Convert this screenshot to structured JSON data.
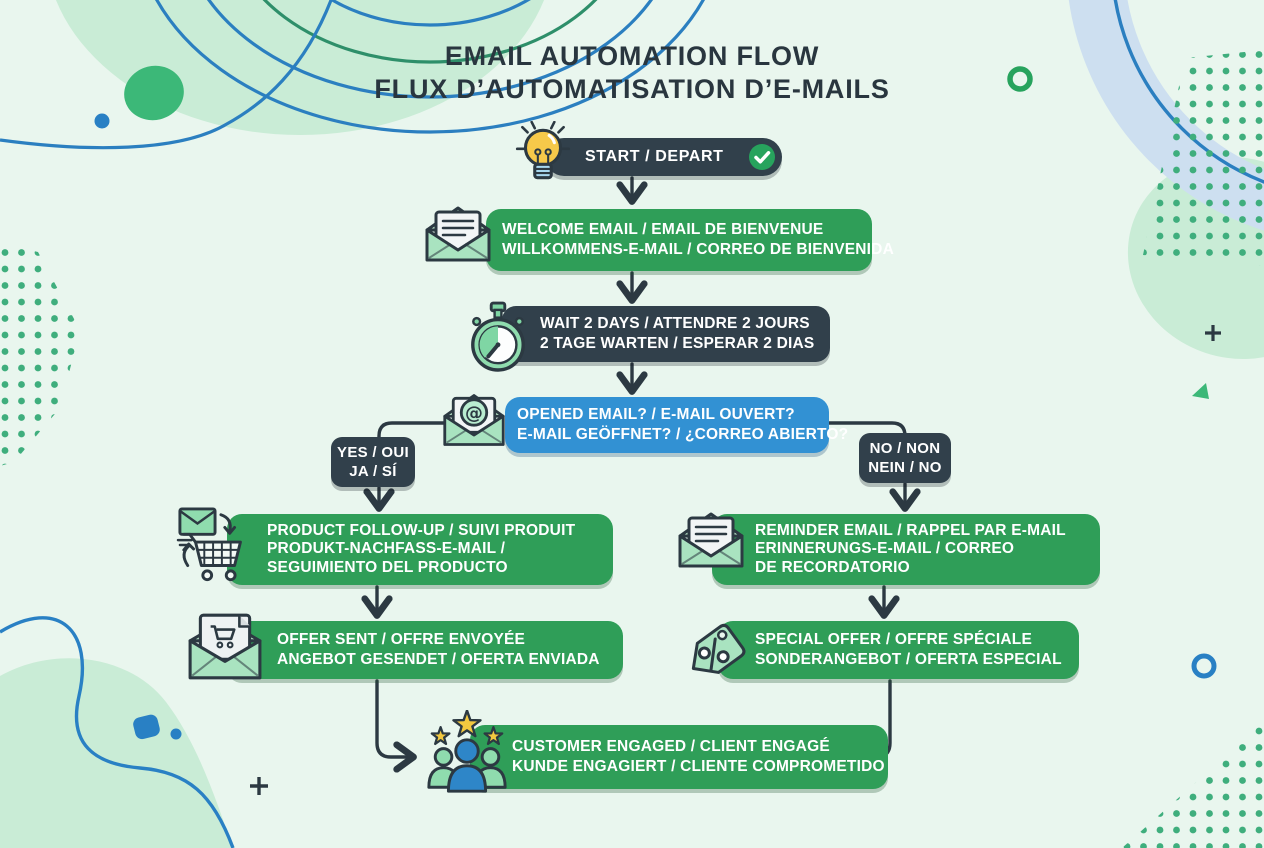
{
  "title": {
    "line1": "EMAIL AUTOMATION FLOW",
    "line2": "FLUX D’AUTOMATISATION D’E-MAILS"
  },
  "nodes": {
    "start": {
      "label": "START / DEPART",
      "icon": "lightbulb-icon",
      "badge_icon": "check-icon"
    },
    "welcome_email": {
      "line1": "WELCOME EMAIL / EMAIL DE BIENVENUE",
      "line2": "WILLKOMMENS-E-MAIL / CORREO DE BIENVENIDA",
      "icon": "open-envelope-letter-icon"
    },
    "wait_2_days": {
      "line1": "WAIT 2 DAYS / ATTENDRE 2 JOURS",
      "line2": "2 TAGE WARTEN / ESPERAR 2 DIAS",
      "icon": "stopwatch-icon"
    },
    "opened_email": {
      "line1": "OPENED EMAIL? / E-MAIL OUVERT?",
      "line2": "E-MAIL GEÖFFNET? / ¿CORREO ABIERTO?",
      "icon": "envelope-at-icon"
    },
    "branch_yes": {
      "line1": "YES / OUI",
      "line2": "JA / SÍ"
    },
    "branch_no": {
      "line1": "NO / NON",
      "line2": "NEIN / NO"
    },
    "product_follow_up": {
      "line1": "PRODUCT FOLLOW-UP / SUIVI PRODUIT",
      "line2": "PRODUKT-NACHFASS-E-MAIL /",
      "line3": "SEGUIMIENTO DEL PRODUCTO",
      "icon": "cart-envelope-icon"
    },
    "offer_sent": {
      "line1": "OFFER SENT / OFFRE ENVOYÉE",
      "line2": "ANGEBOT GESENDET / OFERTA ENVIADA",
      "icon": "envelope-cart-letter-icon"
    },
    "reminder_email": {
      "line1": "REMINDER EMAIL / RAPPEL PAR E-MAIL",
      "line2": "ERINNERUNGS-E-MAIL / CORREO",
      "line3": "DE RECORDATORIO",
      "icon": "open-envelope-letter-icon"
    },
    "special_offer": {
      "line1": "SPECIAL OFFER / OFFRE SPÉCIALE",
      "line2": "SONDERANGEBOT / OFERTA ESPECIAL",
      "icon": "price-tag-icon"
    },
    "customer_engaged": {
      "line1": "CUSTOMER ENGAGED / CLIENT ENGAGÉ",
      "line2": "KUNDE ENGAGIERT / CLIENTE COMPROMETIDO",
      "icon": "people-stars-icon"
    }
  },
  "colors": {
    "background": "#e9f6ee",
    "process_green": "#2f9e58",
    "dark_slate": "#31404b",
    "decision_blue": "#3291d3",
    "connector": "#2c3942",
    "accent_yellow": "#f2c745",
    "accent_blue": "#2980c4",
    "pale_green": "#c9ecd6",
    "dot_green": "#3fae7d",
    "check_green": "#27a35d"
  }
}
